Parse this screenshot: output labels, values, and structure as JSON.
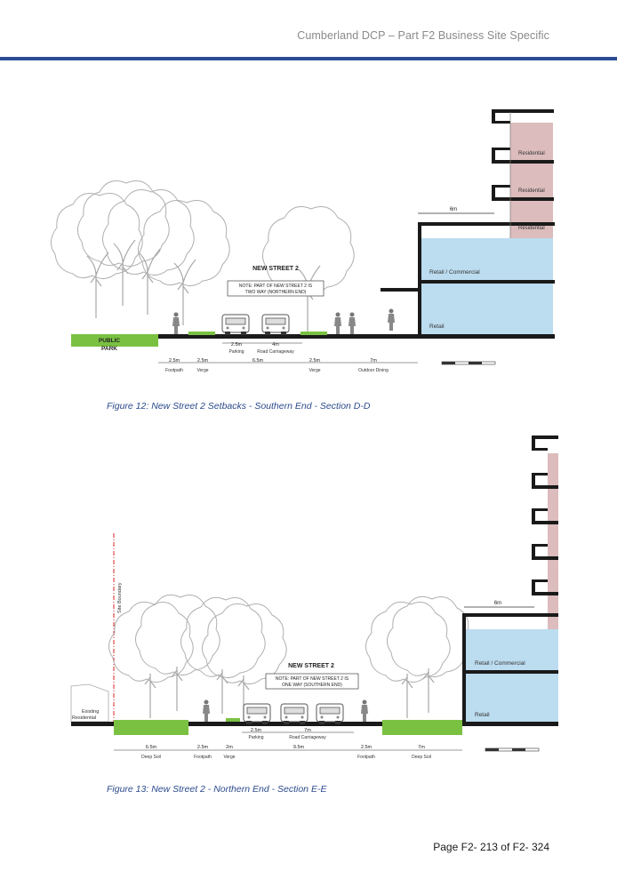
{
  "header": {
    "title": "Cumberland DCP – Part F2 Business Site Specific"
  },
  "figure12": {
    "caption": "Figure 12: New Street 2 Setbacks - Southern End - Section D-D",
    "street_label": "NEW STREET 2",
    "note_line1": "NOTE: PART OF NEW STREET 2 IS",
    "note_line2": "TWO WAY (NORTHERN END)",
    "park_line1": "PUBLIC",
    "park_line2": "PARK",
    "setback_label": "6m",
    "floors": [
      "Residential",
      "Residential",
      "Residential",
      "Retail / Commercial",
      "Retail"
    ],
    "inner_dims": [
      {
        "value": "2.5m",
        "label": "Parking"
      },
      {
        "value": "4m",
        "label": "Road Carriageway"
      }
    ],
    "bottom_dims": [
      {
        "value": "2.5m",
        "label": "Footpath"
      },
      {
        "value": "2.5m",
        "label": "Verge"
      },
      {
        "value": "6.5m",
        "label": ""
      },
      {
        "value": "2.5m",
        "label": "Verge"
      },
      {
        "value": "7m",
        "label": "Outdoor Dining"
      }
    ]
  },
  "figure13": {
    "caption": "Figure 13: New Street 2 - Northern End - Section E-E",
    "street_label": "NEW STREET 2",
    "note_line1": "NOTE: PART OF NEW STREET 2 IS",
    "note_line2": "ONE WAY (SOUTHERN END)",
    "boundary_label": "Site Boundary",
    "existing_line1": "Existing",
    "existing_line2": "Residential",
    "setback_label": "6m",
    "floors": [
      "Retail / Commercial",
      "Retail"
    ],
    "inner_dims": [
      {
        "value": "2.5m",
        "label": "Parking"
      },
      {
        "value": "7m",
        "label": "Road Carriageway"
      }
    ],
    "bottom_dims": [
      {
        "value": "6.5m",
        "label": "Deep Soil"
      },
      {
        "value": "2.5m",
        "label": "Footpath"
      },
      {
        "value": "2m",
        "label": "Verge"
      },
      {
        "value": "9.5m",
        "label": ""
      },
      {
        "value": "2.5m",
        "label": "Footpath"
      },
      {
        "value": "7m",
        "label": "Deep Soil"
      }
    ]
  },
  "footer": {
    "page": "Page F2- 213 of F2- 324"
  },
  "colors": {
    "rule": "#2c4d96",
    "caption": "#2b4a8c",
    "retail": "#bcdcef",
    "residential": "#dcbcbc",
    "green": "#7ac142"
  }
}
